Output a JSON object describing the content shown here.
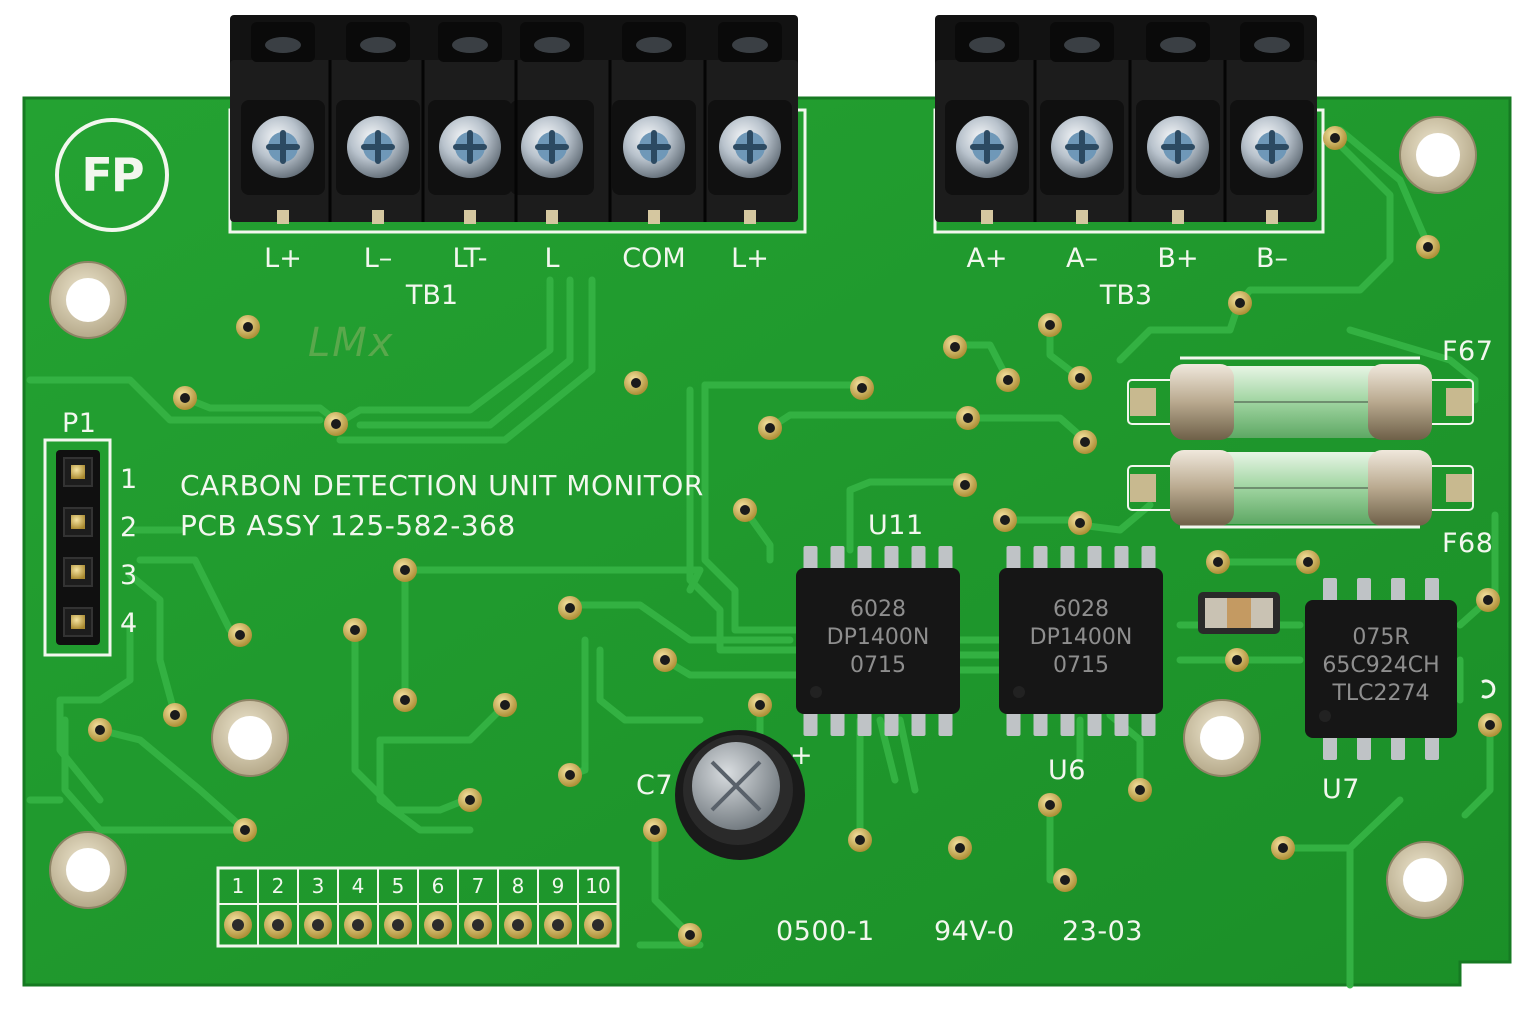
{
  "board": {
    "logo_text": "FP",
    "handwritten_mark": "LMx",
    "title_line1": "CARBON DETECTION UNIT MONITOR",
    "title_line2": "PCB ASSY 125-582-368",
    "footer_codes": [
      "0500-1",
      "94V-0",
      "23-03"
    ],
    "colors": {
      "pcb": "#1f9a2c",
      "silkscreen": "#f2f7ee",
      "terminal": "#1c1c1c",
      "chip": "#161616"
    }
  },
  "tb1": {
    "ref": "TB1",
    "pins": [
      "L+",
      "L–",
      "LT-",
      "L",
      "COM",
      "L+"
    ]
  },
  "tb3": {
    "ref": "TB3",
    "pins": [
      "A+",
      "A–",
      "B+",
      "B–"
    ]
  },
  "p1": {
    "ref": "P1",
    "pins": [
      "1",
      "2",
      "3",
      "4"
    ]
  },
  "header_pins": [
    "1",
    "2",
    "3",
    "4",
    "5",
    "6",
    "7",
    "8",
    "9",
    "10"
  ],
  "components": {
    "u11": {
      "ref": "U11",
      "marking": [
        "6028",
        "DP1400N",
        "0715"
      ]
    },
    "u6": {
      "ref": "U6",
      "marking": [
        "6028",
        "DP1400N",
        "0715"
      ]
    },
    "u7": {
      "ref": "U7",
      "marking": [
        "075R",
        "65C924CH",
        "TLC2274"
      ]
    },
    "c7": {
      "ref": "C7",
      "polarity": "+"
    },
    "f67": {
      "ref": "F67"
    },
    "f68": {
      "ref": "F68"
    }
  }
}
